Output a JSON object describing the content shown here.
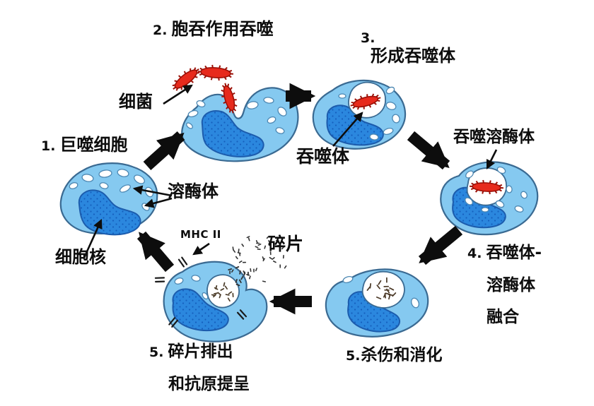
{
  "figure": {
    "background_color": "#ffffff",
    "steps": [
      {
        "num": "1.",
        "label": "巨噬细胞"
      },
      {
        "num": "2.",
        "label": "胞吞作用吞噬"
      },
      {
        "num": "3.",
        "label": "形成吞噬体"
      },
      {
        "num": "4.",
        "lines": [
          "吞噬体-",
          "溶酶体",
          "融合"
        ]
      },
      {
        "num": "5.",
        "label": "杀伤和消化"
      },
      {
        "num": "5.",
        "lines": [
          "碎片排出",
          "和抗原提呈"
        ]
      }
    ],
    "annotations": {
      "bacteria": "细菌",
      "lysosome": "溶酶体",
      "cell_nucleus": "细胞核",
      "phagosome": "吞噬体",
      "phagolysosome": "吞噬溶酶体",
      "mhc2": "MHC II",
      "debris": "碎片"
    },
    "colors": {
      "cell_body": "#85c9f0",
      "cell_outline": "#3a6a92",
      "nucleus": "#2b87de",
      "nucleus_dots": "#1560bd",
      "nucleus_outline": "#1c5cad",
      "vesicle_fill": "#ffffff",
      "bacteria_fill": "#e72a1c",
      "bacteria_outline": "#9b1007",
      "arrow": "#0d0d0d",
      "debris": "#333333"
    }
  }
}
